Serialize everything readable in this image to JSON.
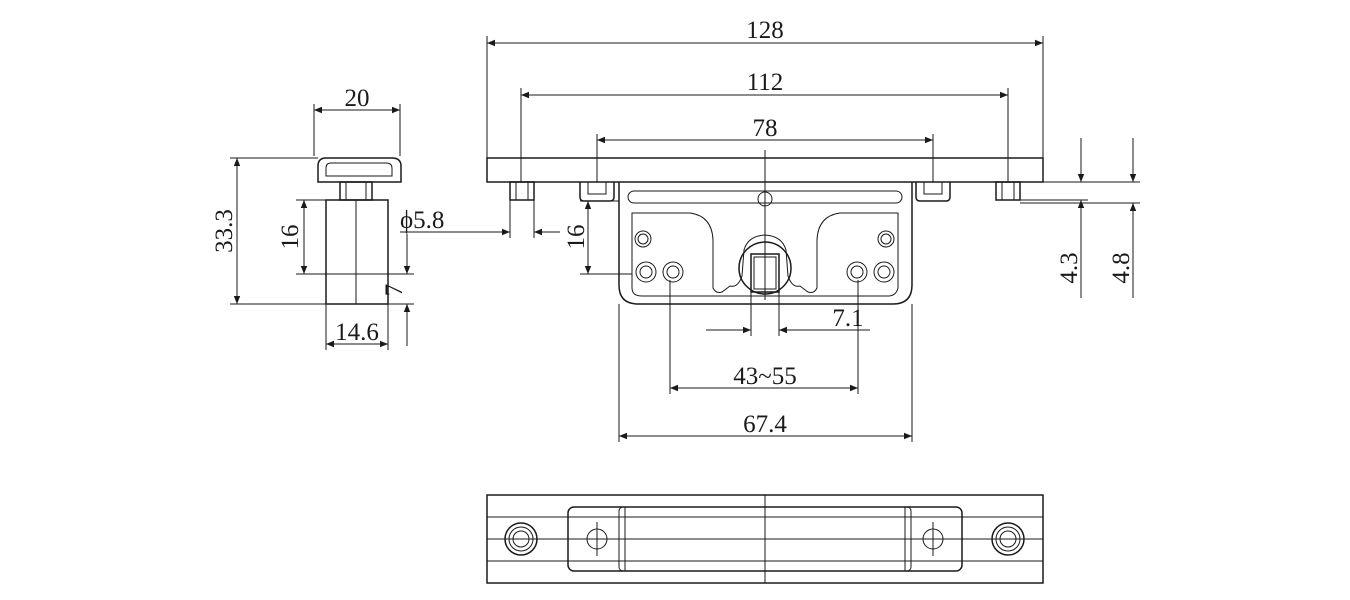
{
  "drawing": {
    "line_color": "#1a1a1a",
    "background": "#ffffff"
  },
  "dimensions": {
    "overall_length": "128",
    "hole_spacing_outer": "112",
    "hole_spacing_inner": "78",
    "side_width": "20",
    "side_height": "33.3",
    "side_body_height": "16",
    "side_bottom": "7",
    "side_base_width": "14.6",
    "pin_diameter": "ϕ5.8",
    "front_pin_height": "16",
    "plate_thickness_a": "4.3",
    "plate_thickness_b": "4.8",
    "square_offset": "7.1",
    "adjust_range": "43~55",
    "body_width": "67.4"
  }
}
